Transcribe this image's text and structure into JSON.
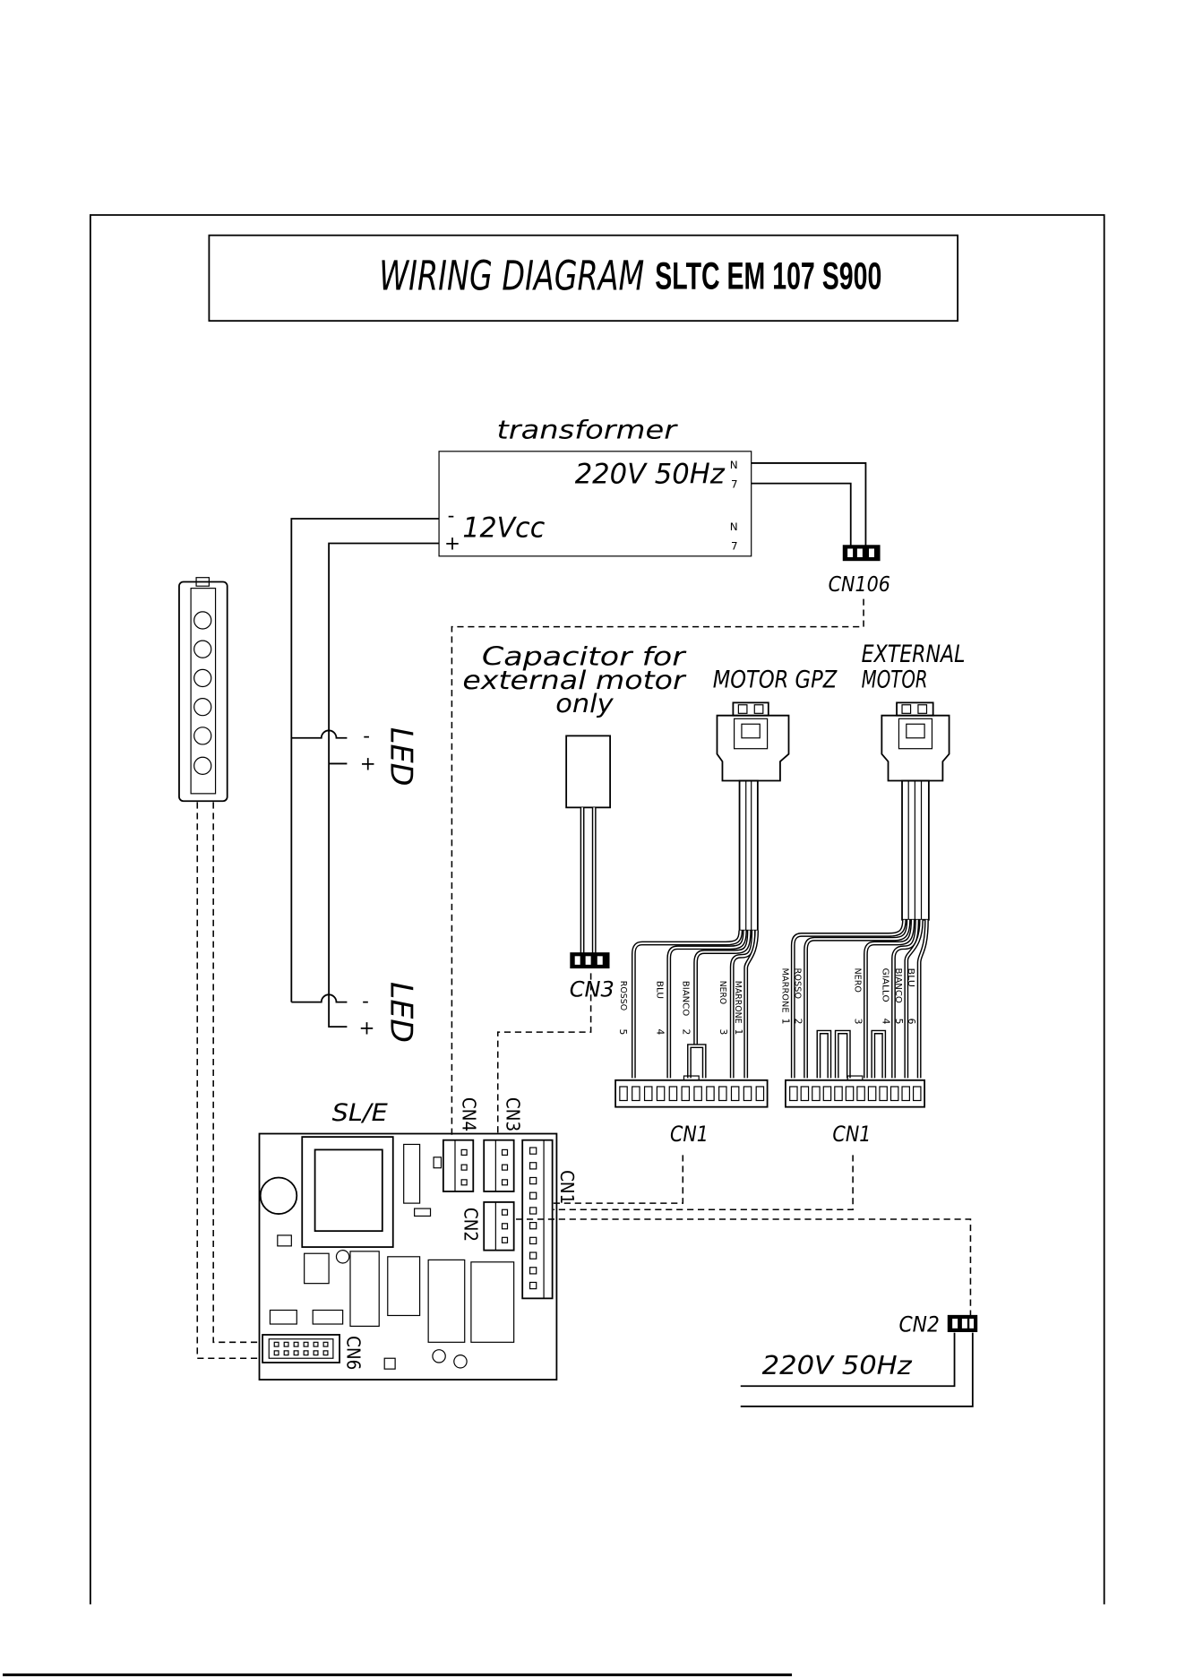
{
  "title": {
    "heading": "WIRING DIAGRAM",
    "model": "SLTC EM 107 S900"
  },
  "transformer": {
    "label": "transformer",
    "input": "220V 50Hz",
    "input_pin_top": "N",
    "input_pin_bottom": "7",
    "output": "12Vcc",
    "output_minus": "-",
    "output_plus": "+",
    "output_pin_top": "N",
    "output_pin_bottom": "7"
  },
  "cn106": {
    "label": "CN106"
  },
  "leds": [
    {
      "label": "LED",
      "minus": "-",
      "plus": "+"
    },
    {
      "label": "LED",
      "minus": "-",
      "plus": "+"
    }
  ],
  "capacitor": {
    "lines": [
      "Capacitor for",
      "external motor",
      "only"
    ],
    "connector": "CN3"
  },
  "motor_gpz": {
    "label": "MOTOR GPZ",
    "connector": "CN1",
    "wires": [
      {
        "color": "ROSSO",
        "pin": "5"
      },
      {
        "color": "BLU",
        "pin": "4"
      },
      {
        "color": "BIANCO",
        "pin": "2"
      },
      {
        "color": "NERO",
        "pin": "3"
      },
      {
        "color": "MARRONE",
        "pin": "1"
      }
    ]
  },
  "external_motor": {
    "label_lines": [
      "EXTERNAL",
      "MOTOR"
    ],
    "connector": "CN1",
    "wires": [
      {
        "color": "MARRONE",
        "pin": "1"
      },
      {
        "color": "ROSSO",
        "pin": "2"
      },
      {
        "color": "NERO",
        "pin": "3"
      },
      {
        "color": "GIALLO",
        "pin": "4"
      },
      {
        "color": "BIANCO",
        "pin": "5"
      },
      {
        "color": "BLU",
        "pin": "6"
      }
    ]
  },
  "board": {
    "label": "SL/E",
    "cn4": "CN4",
    "cn3": "CN3",
    "cn1": "CN1",
    "cn2": "CN2",
    "cn6": "CN6"
  },
  "mains": {
    "connector": "CN2",
    "label": "220V 50Hz"
  }
}
